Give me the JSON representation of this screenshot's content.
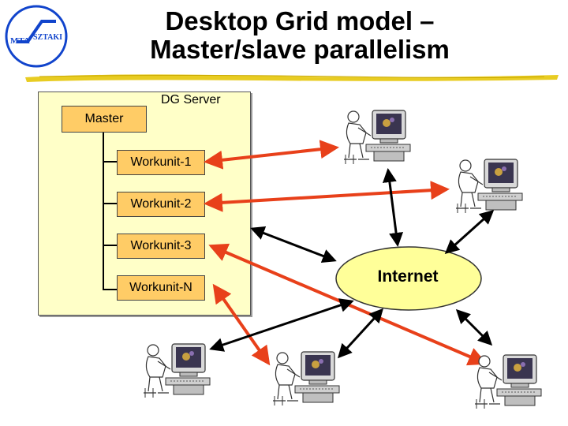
{
  "slide": {
    "title_line_1": "Desktop Grid model –",
    "title_line_2": "Master/slave parallelism"
  },
  "logo": {
    "left_text": "MTA",
    "right_text": "SZTAKI"
  },
  "dg_server": {
    "label": "DG Server",
    "master_label": "Master",
    "workunits": [
      "Workunit-1",
      "Workunit-2",
      "Workunit-3",
      "Workunit-N"
    ]
  },
  "network": {
    "internet_label": "Internet"
  },
  "colors": {
    "panel_fill": "#ffffc8",
    "box_fill": "#ffcc66",
    "internet_fill": "#ffff99",
    "red_arrow": "#e8401a",
    "black_arrow": "#000000",
    "logo_blue": "#1144cc"
  },
  "icons": [
    "logo-icon",
    "workstation-icon",
    "arrow-icon"
  ]
}
